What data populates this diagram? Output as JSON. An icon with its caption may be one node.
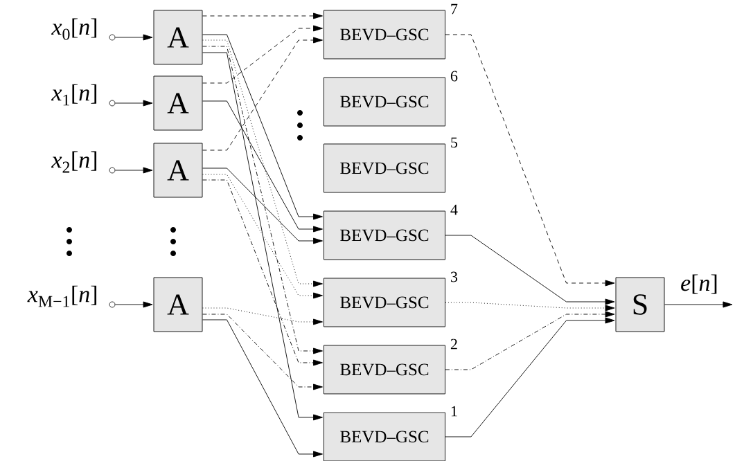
{
  "diagram": {
    "nodes": [
      {
        "text": [],
        "shape": "circle",
        "beside": [
          "*x*$_{0}$[*n*]"
        ]
      },
      {
        "text": [],
        "shape": "circle",
        "beside": [
          "*x*$_{1}$[*n*]"
        ]
      },
      {
        "text": [],
        "shape": "circle",
        "beside": [
          "*x*$_{2}$[*n*]"
        ]
      },
      {
        "text": [],
        "shape": "circle",
        "beside": [
          "*x*$_{M−1}$[*n*]"
        ]
      },
      {
        "text": [
          "A"
        ]
      },
      {
        "text": [
          "A"
        ]
      },
      {
        "text": [
          "A"
        ]
      },
      {
        "text": [
          "A"
        ]
      },
      {
        "text": [
          "BEVD–GSC"
        ],
        "beside": [
          "7"
        ]
      },
      {
        "text": [
          "BEVD–GSC"
        ],
        "beside": [
          "6"
        ]
      },
      {
        "text": [
          "BEVD–GSC"
        ],
        "beside": [
          "5"
        ]
      },
      {
        "text": [
          "BEVD–GSC"
        ],
        "beside": [
          "4"
        ]
      },
      {
        "text": [
          "BEVD–GSC"
        ],
        "beside": [
          "3"
        ]
      },
      {
        "text": [
          "BEVD–GSC"
        ],
        "beside": [
          "2"
        ]
      },
      {
        "text": [
          "BEVD–GSC"
        ],
        "beside": [
          "1"
        ]
      },
      {
        "text": [
          "S"
        ]
      }
    ],
    "edges": [
      {
        "from": 0,
        "to": 4,
        "arrow": "to"
      },
      {
        "from": 1,
        "to": 5,
        "arrow": "to"
      },
      {
        "from": 2,
        "to": 6,
        "arrow": "to"
      },
      {
        "from": 3,
        "to": 7,
        "arrow": "to"
      },
      {
        "from": 4,
        "to": 8,
        "arrow": "to",
        "style": "dashed"
      },
      {
        "from": 5,
        "to": 8,
        "arrow": "to",
        "style": "dashed"
      },
      {
        "from": 6,
        "to": 8,
        "arrow": "to",
        "style": "dashed"
      },
      {
        "from": 4,
        "to": 11,
        "arrow": "to"
      },
      {
        "from": 5,
        "to": 11,
        "arrow": "to"
      },
      {
        "from": 6,
        "to": 11,
        "arrow": "to"
      },
      {
        "from": 4,
        "to": 12,
        "arrow": "to",
        "style": "dashed"
      },
      {
        "from": 6,
        "to": 12,
        "arrow": "to",
        "style": "dashed"
      },
      {
        "from": 7,
        "to": 12,
        "arrow": "to",
        "style": "dashed"
      },
      {
        "from": 4,
        "to": 13,
        "arrow": "to",
        "style": "dashed"
      },
      {
        "from": 6,
        "to": 13,
        "arrow": "to",
        "style": "dashed"
      },
      {
        "from": 7,
        "to": 13,
        "arrow": "to",
        "style": "dashed"
      },
      {
        "from": 4,
        "to": 14,
        "arrow": "to"
      },
      {
        "from": 7,
        "to": 14,
        "arrow": "to"
      },
      {
        "from": 8,
        "to": 15,
        "arrow": "to",
        "style": "dashed"
      },
      {
        "from": 11,
        "to": 15,
        "arrow": "to"
      },
      {
        "from": 12,
        "to": 15,
        "arrow": "to",
        "style": "dashed"
      },
      {
        "from": 13,
        "to": 15,
        "arrow": "to",
        "style": "dashed"
      },
      {
        "from": 14,
        "to": 15,
        "arrow": "to"
      },
      {
        "from": 15,
        "to": null,
        "arrow": "to",
        "label": "*e*[*n*]"
      }
    ]
  }
}
